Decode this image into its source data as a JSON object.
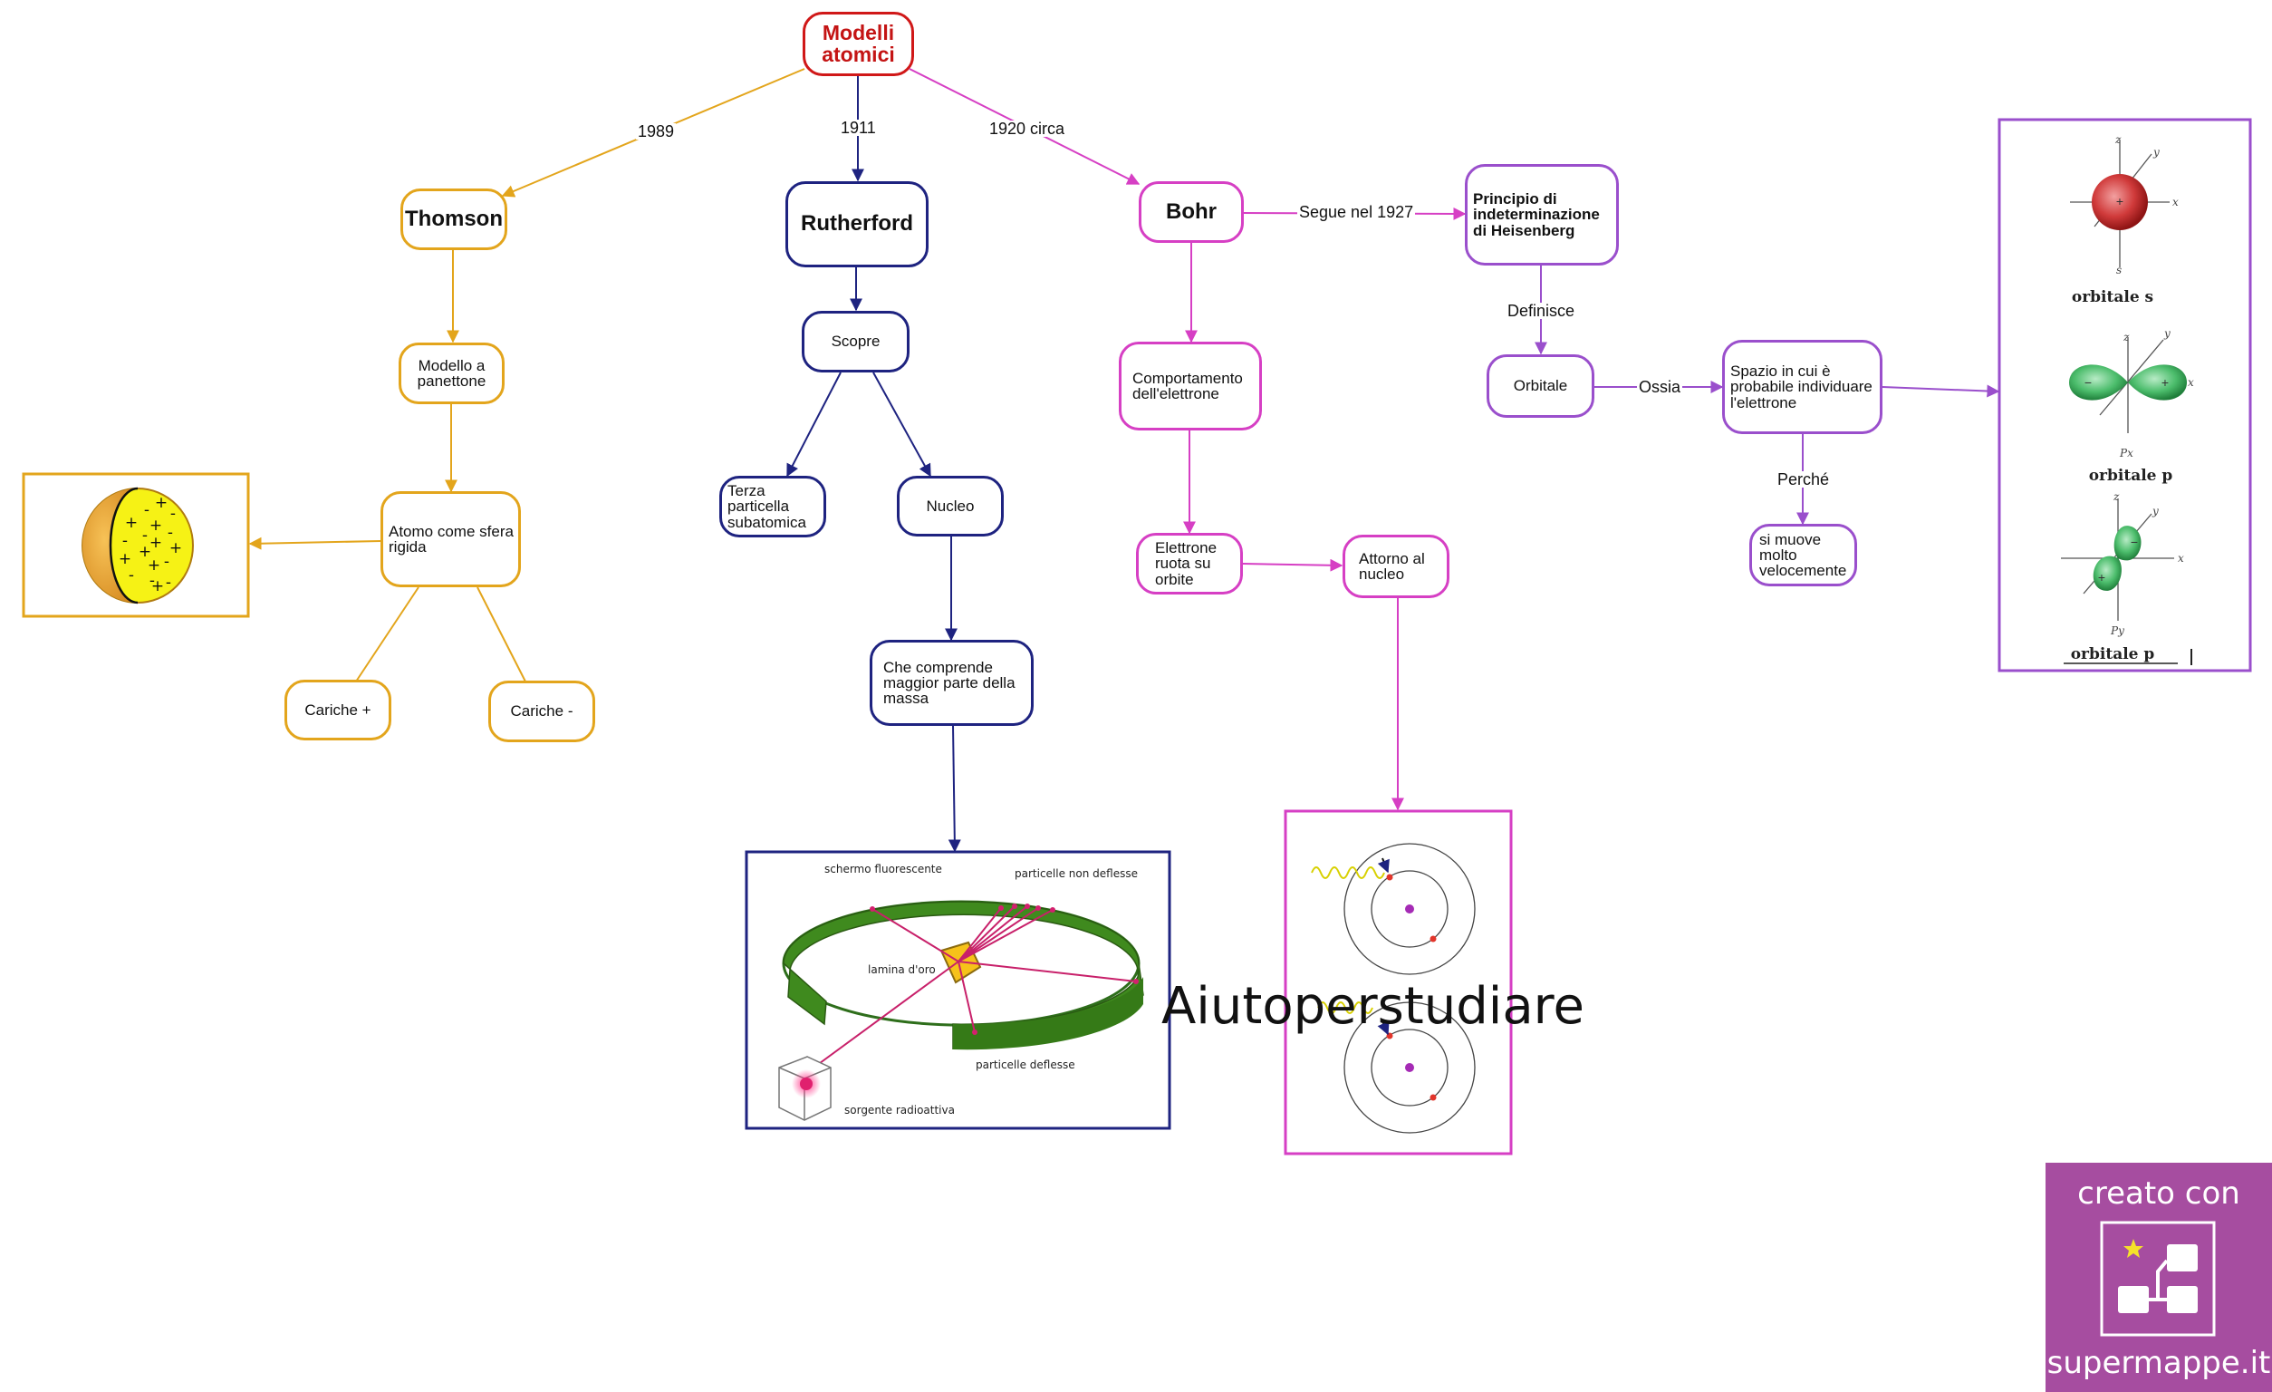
{
  "root": {
    "label": "Modelli atomici"
  },
  "edges": {
    "thomson_year": "1989",
    "rutherford_year": "1911",
    "bohr_year": "1920 circa",
    "segue": "Segue nel 1927",
    "definisce": "Definisce",
    "ossia": "Ossia",
    "perche": "Perché"
  },
  "thomson": {
    "title": "Thomson",
    "panettone": "Modello a panettone",
    "sfera": "Atomo come sfera rigida",
    "cariche_pos": "Cariche +",
    "cariche_neg": "Cariche -"
  },
  "rutherford": {
    "title": "Rutherford",
    "scopre": "Scopre",
    "terza": "Terza particella subatomica",
    "nucleo": "Nucleo",
    "comprende": "Che comprende maggior parte della massa",
    "diagram": {
      "schermo": "schermo fluorescente",
      "non_deflesse": "particelle non deflesse",
      "lamina": "lamina d'oro",
      "deflesse": "particelle deflesse",
      "sorgente": "sorgente radioattiva"
    }
  },
  "bohr": {
    "title": "Bohr",
    "comportamento": "Comportamento dell'elettrone",
    "ruota": "Elettrone ruota su orbite",
    "attorno": "Attorno al nucleo"
  },
  "heisenberg": {
    "principio": "Principio di indeterminazione di Heisenberg",
    "orbitale": "Orbitale",
    "spazio": "Spazio in cui è probabile individuare l'elettrone",
    "veloce": "si muove molto velocemente"
  },
  "orbitals": {
    "s": "orbitale s",
    "px": "orbitale p",
    "py": "orbitale p",
    "s_sym": "s",
    "px_sym": "Px",
    "py_sym": "Py",
    "ax_x": "x",
    "ax_y": "y",
    "ax_z": "z"
  },
  "brand": {
    "text": "Aiutoperstudiare"
  },
  "badge": {
    "top": "creato con",
    "bottom": "supermappe.it"
  },
  "colors": {
    "root": "#D01818",
    "thomson": "#E3A51C",
    "rutherford": "#1E2380",
    "bohr": "#D63FC4",
    "heisenberg": "#9A4FCC",
    "badge": "#A64DA0"
  }
}
